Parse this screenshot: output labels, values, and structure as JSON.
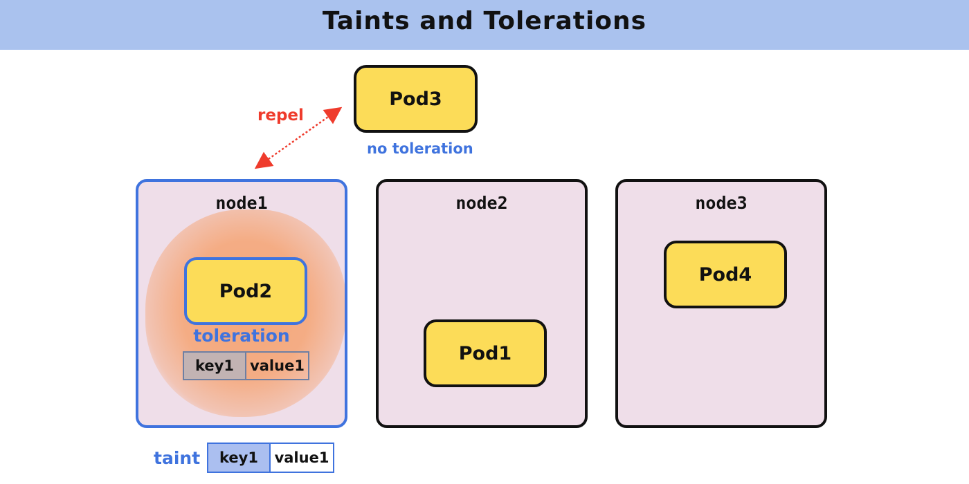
{
  "title": "Taints and Tolerations",
  "repel_label": "repel",
  "pod3": {
    "label": "Pod3",
    "caption": "no toleration"
  },
  "nodes": [
    {
      "label": "node1",
      "pod": {
        "label": "Pod2",
        "caption": "toleration",
        "key": "key1",
        "value": "value1"
      }
    },
    {
      "label": "node2",
      "pod": {
        "label": "Pod1"
      }
    },
    {
      "label": "node3",
      "pod": {
        "label": "Pod4"
      }
    }
  ],
  "taint": {
    "label": "taint",
    "key": "key1",
    "value": "value1"
  },
  "colors": {
    "header": "#aac2ee",
    "node_fill": "#efdee9",
    "pod_fill": "#fcdc58",
    "accent_blue": "#3f73de",
    "repel_red": "#ef3b2c",
    "stain_orange": "#f5a473"
  }
}
